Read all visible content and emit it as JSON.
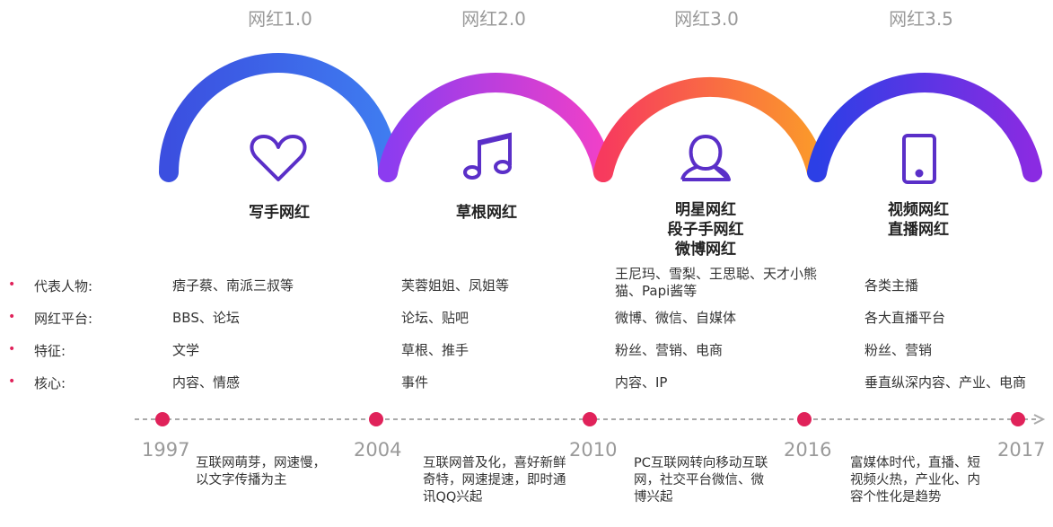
{
  "eras": [
    {
      "name": "网红1.0",
      "type": [
        "写手网红"
      ],
      "icon": "heart-icon",
      "colors": [
        "#3b4fe0",
        "#3f7cf0"
      ]
    },
    {
      "name": "网红2.0",
      "type": [
        "草根网红"
      ],
      "icon": "music-note-icon",
      "colors": [
        "#8c3cf0",
        "#f040c8"
      ]
    },
    {
      "name": "网红3.0",
      "type": [
        "明星网红",
        "段子手网红",
        "微博网红"
      ],
      "icon": "user-icon",
      "colors": [
        "#f73a5e",
        "#fb9a2a"
      ]
    },
    {
      "name": "网红3.5",
      "type": [
        "视频网红",
        "直播网红"
      ],
      "icon": "phone-icon",
      "colors": [
        "#2c3fe6",
        "#8a2be2"
      ]
    }
  ],
  "rows": [
    {
      "label": "代表人物:",
      "cells": [
        "痞子蔡、南派三叔等",
        "芙蓉姐姐、凤姐等",
        "王尼玛、雪梨、王思聪、天才小熊猫、Papi酱等",
        "各类主播"
      ]
    },
    {
      "label": "网红平台:",
      "cells": [
        "BBS、论坛",
        "论坛、贴吧",
        "微博、微信、自媒体",
        "各大直播平台"
      ]
    },
    {
      "label": "特征:",
      "cells": [
        "文学",
        "草根、推手",
        "粉丝、营销、电商",
        "粉丝、营销"
      ]
    },
    {
      "label": "核心:",
      "cells": [
        "内容、情感",
        "事件",
        "内容、IP",
        "垂直纵深内容、产业、电商"
      ]
    }
  ],
  "timeline": {
    "years": [
      "1997",
      "2004",
      "2010",
      "2016",
      "2017"
    ],
    "descriptions": [
      "互联网萌芽，网速慢，以文字传播为主",
      "互联网普及化，喜好新鲜奇特，网速提速，即时通讯QQ兴起",
      "PC互联网转向移动互联网，社交平台微信、微博兴起",
      "富媒体时代，直播、短视频火热，产业化、内容个性化是趋势"
    ]
  },
  "colors": {
    "accent": "#e0225a",
    "timeline": "#aaaaaa",
    "icon": "#5a2fc8"
  }
}
